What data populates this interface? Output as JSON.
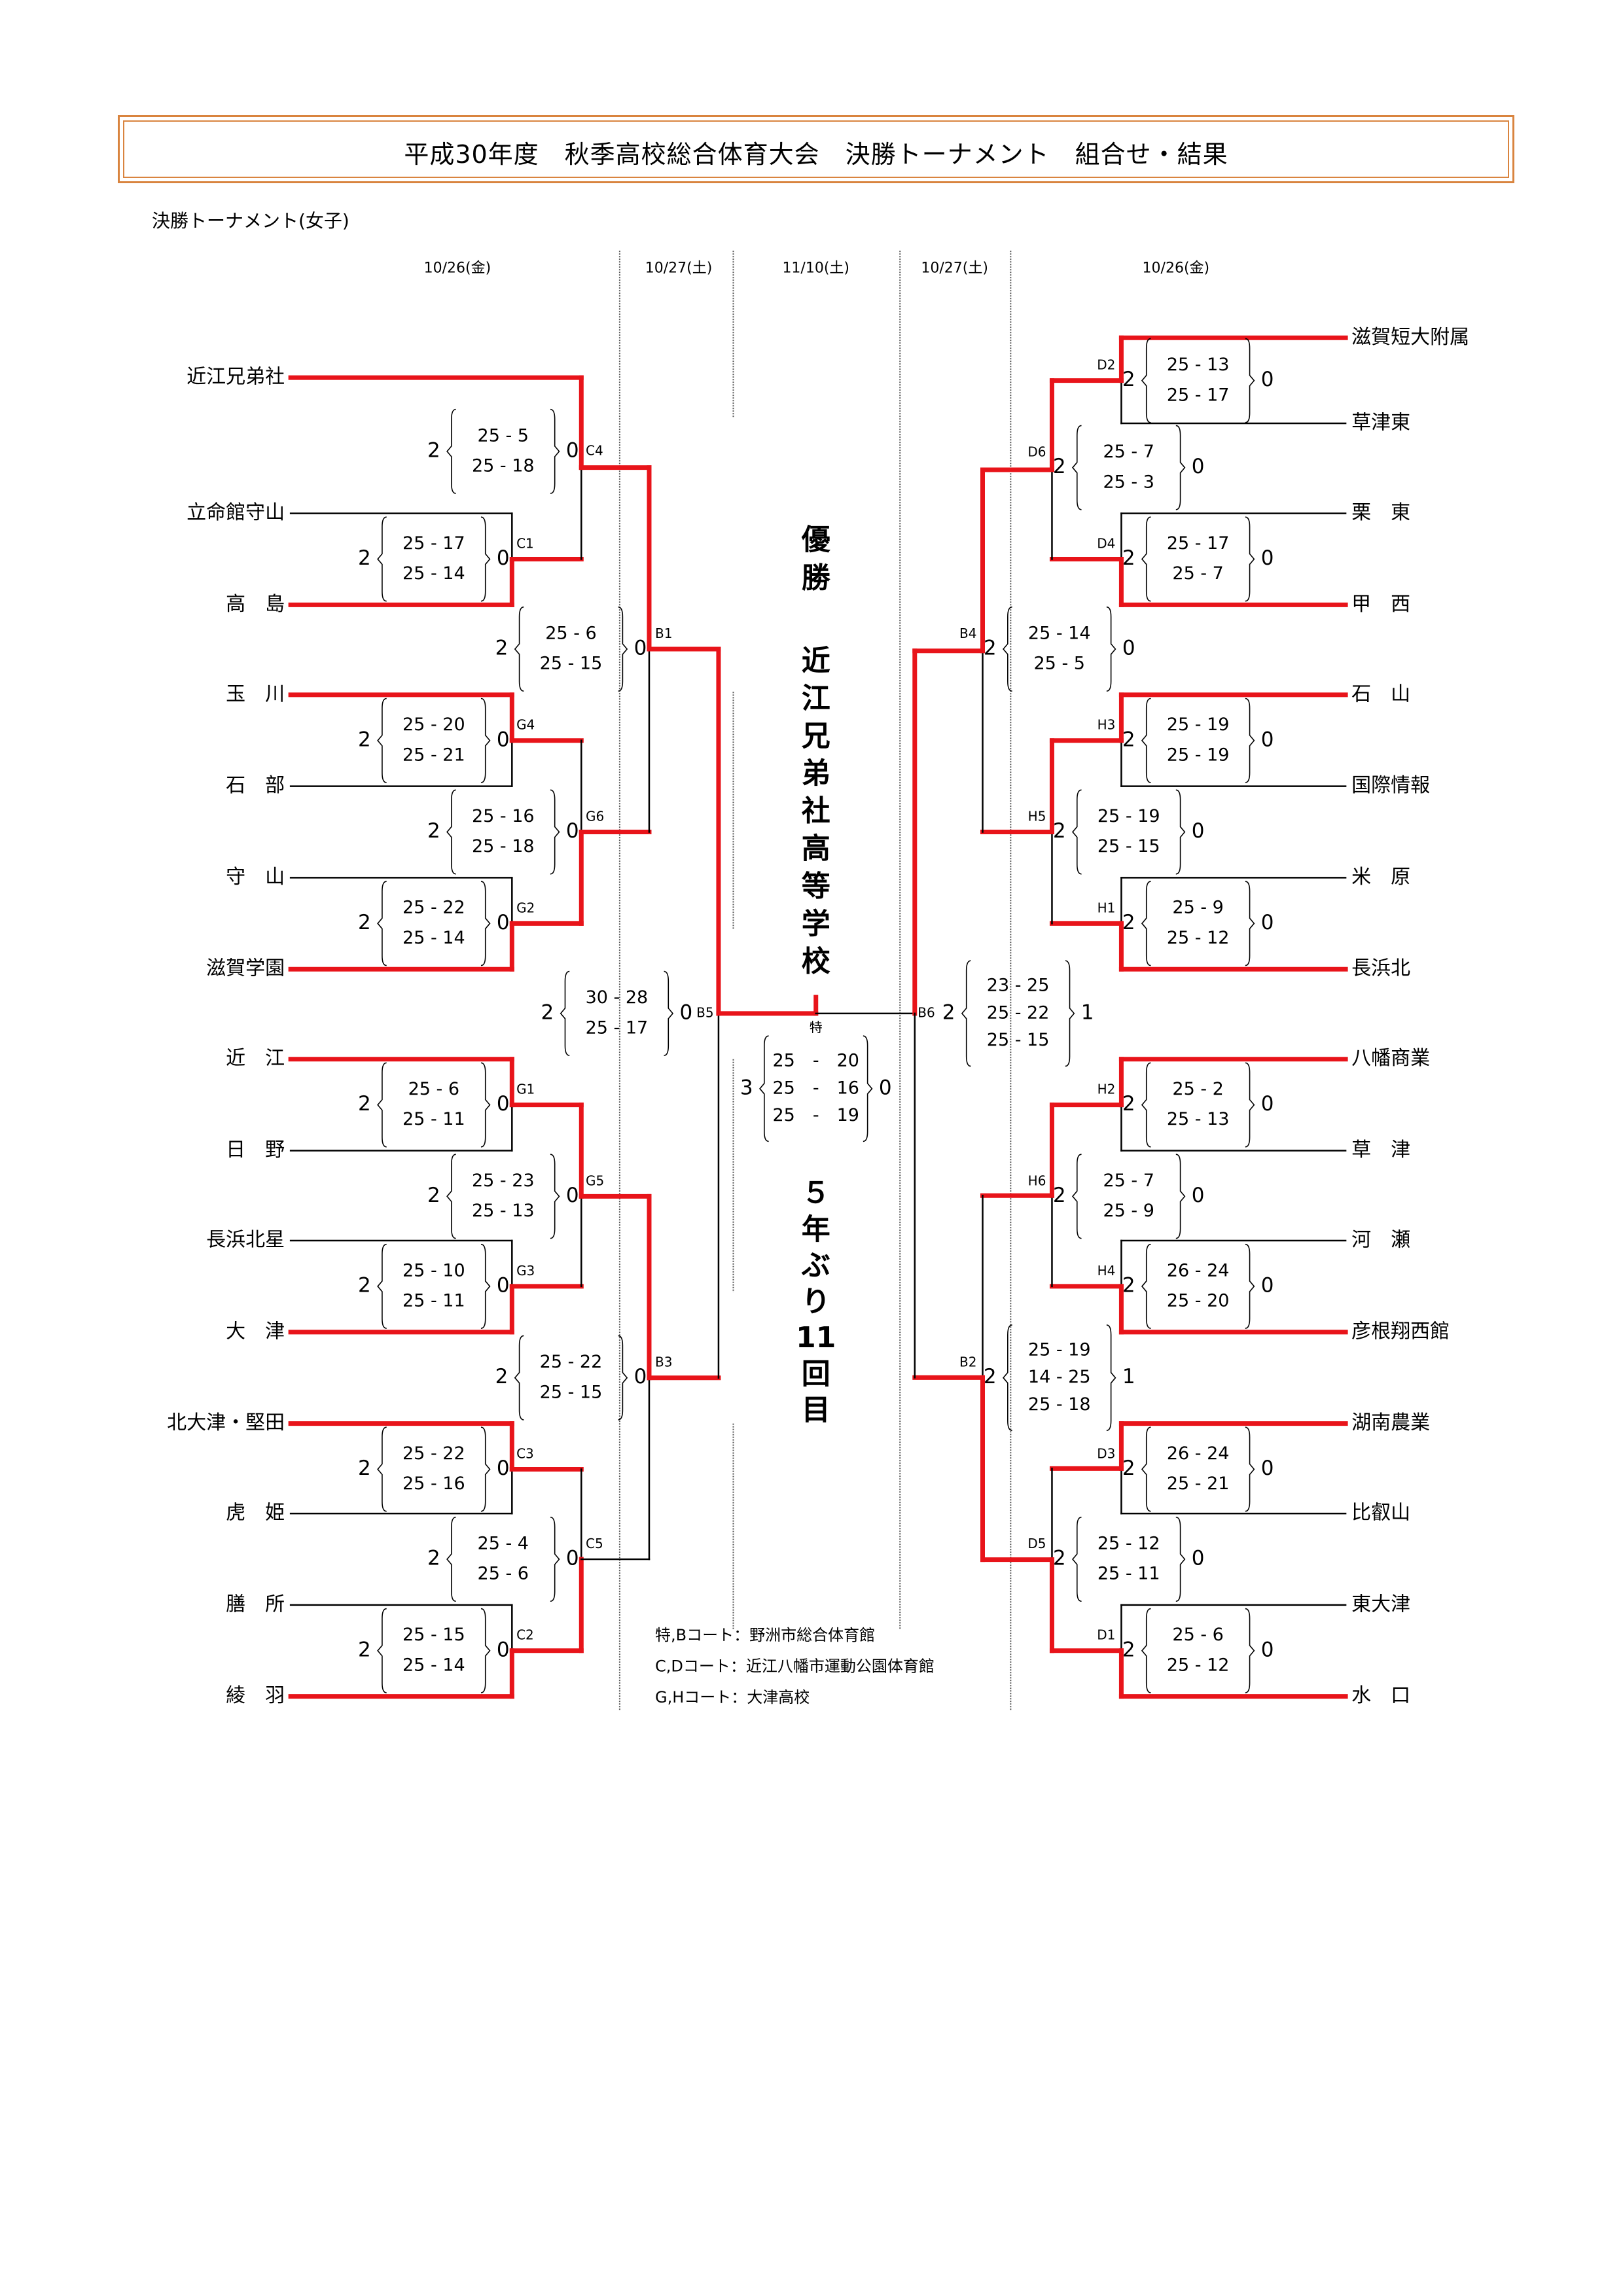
{
  "header": {
    "title": "平成30年度　秋季高校総合体育大会　決勝トーナメント　組合せ・結果",
    "subtitle": "決勝トーナメント(女子)"
  },
  "colors": {
    "winner_line": "#e8141a",
    "loser_line": "#000000",
    "title_border": "#d9843f"
  },
  "dates": {
    "left_r1": "10/26(金)",
    "left_r3": "10/27(土)",
    "final": "11/10(土)",
    "right_r3": "10/27(土)",
    "right_r1": "10/26(金)"
  },
  "left_teams": [
    "近江兄弟社",
    "立命館守山",
    "高　島",
    "玉　川",
    "石　部",
    "守　山",
    "滋賀学園",
    "近　江",
    "日　野",
    "長浜北星",
    "大　津",
    "北大津・堅田",
    "虎　姫",
    "膳　所",
    "綾　羽"
  ],
  "right_teams": [
    "滋賀短大附属",
    "草津東",
    "栗　東",
    "甲　西",
    "石　山",
    "国際情報",
    "米　原",
    "長浜北",
    "八幡商業",
    "草　津",
    "河　瀬",
    "彦根翔西館",
    "湖南農業",
    "比叡山",
    "東大津",
    "水　口"
  ],
  "matches": [
    {
      "code": "C1",
      "winner_sets": 2,
      "loser_sets": 0,
      "scores": [
        "25 - 17",
        "25 - 14"
      ]
    },
    {
      "code": "C4",
      "winner_sets": 2,
      "loser_sets": 0,
      "scores": [
        "25 -  5",
        "25 - 18"
      ]
    },
    {
      "code": "G4",
      "winner_sets": 2,
      "loser_sets": 0,
      "scores": [
        "25 - 20",
        "25 - 21"
      ]
    },
    {
      "code": "G2",
      "winner_sets": 2,
      "loser_sets": 0,
      "scores": [
        "25 - 22",
        "25 - 14"
      ]
    },
    {
      "code": "G6",
      "winner_sets": 2,
      "loser_sets": 0,
      "scores": [
        "25 - 16",
        "25 - 18"
      ]
    },
    {
      "code": "B1",
      "winner_sets": 2,
      "loser_sets": 0,
      "scores": [
        "25 -  6",
        "25 - 15"
      ]
    },
    {
      "code": "G1",
      "winner_sets": 2,
      "loser_sets": 0,
      "scores": [
        "25 -  6",
        "25 - 11"
      ]
    },
    {
      "code": "G3",
      "winner_sets": 2,
      "loser_sets": 0,
      "scores": [
        "25 - 10",
        "25 - 11"
      ]
    },
    {
      "code": "G5",
      "winner_sets": 2,
      "loser_sets": 0,
      "scores": [
        "25 - 23",
        "25 - 13"
      ]
    },
    {
      "code": "C3",
      "winner_sets": 2,
      "loser_sets": 0,
      "scores": [
        "25 - 22",
        "25 - 16"
      ]
    },
    {
      "code": "C2",
      "winner_sets": 2,
      "loser_sets": 0,
      "scores": [
        "25 - 15",
        "25 - 14"
      ]
    },
    {
      "code": "C5",
      "winner_sets": 2,
      "loser_sets": 0,
      "scores": [
        "25 -  4",
        "25 -  6"
      ]
    },
    {
      "code": "B3",
      "winner_sets": 2,
      "loser_sets": 0,
      "scores": [
        "25 - 22",
        "25 - 15"
      ]
    },
    {
      "code": "B5",
      "winner_sets": 2,
      "loser_sets": 0,
      "scores": [
        "30 - 28",
        "25 - 17"
      ]
    },
    {
      "code": "D2",
      "winner_sets": 2,
      "loser_sets": 0,
      "scores": [
        "25 - 13",
        "25 - 17"
      ]
    },
    {
      "code": "D4",
      "winner_sets": 2,
      "loser_sets": 0,
      "scores": [
        "25 - 17",
        "25 -  7"
      ]
    },
    {
      "code": "D6",
      "winner_sets": 2,
      "loser_sets": 0,
      "scores": [
        "25 -  7",
        "25 -  3"
      ]
    },
    {
      "code": "H3",
      "winner_sets": 2,
      "loser_sets": 0,
      "scores": [
        "25 - 19",
        "25 - 19"
      ]
    },
    {
      "code": "H1",
      "winner_sets": 2,
      "loser_sets": 0,
      "scores": [
        "25 -  9",
        "25 - 12"
      ]
    },
    {
      "code": "H5",
      "winner_sets": 2,
      "loser_sets": 0,
      "scores": [
        "25 - 19",
        "25 - 15"
      ]
    },
    {
      "code": "B4",
      "winner_sets": 2,
      "loser_sets": 0,
      "scores": [
        "25 - 14",
        "25 -  5"
      ]
    },
    {
      "code": "H2",
      "winner_sets": 2,
      "loser_sets": 0,
      "scores": [
        "25 -  2",
        "25 - 13"
      ]
    },
    {
      "code": "H4",
      "winner_sets": 2,
      "loser_sets": 0,
      "scores": [
        "26 - 24",
        "25 - 20"
      ]
    },
    {
      "code": "H6",
      "winner_sets": 2,
      "loser_sets": 0,
      "scores": [
        "25 -  7",
        "25 -  9"
      ]
    },
    {
      "code": "D3",
      "winner_sets": 2,
      "loser_sets": 0,
      "scores": [
        "26 - 24",
        "25 - 21"
      ]
    },
    {
      "code": "D1",
      "winner_sets": 2,
      "loser_sets": 0,
      "scores": [
        "25 -  6",
        "25 - 12"
      ]
    },
    {
      "code": "D5",
      "winner_sets": 2,
      "loser_sets": 0,
      "scores": [
        "25 - 12",
        "25 - 11"
      ]
    },
    {
      "code": "B2",
      "winner_sets": 2,
      "loser_sets": 1,
      "scores": [
        "25 - 19",
        "14 - 25",
        "25 - 18"
      ]
    },
    {
      "code": "B6",
      "winner_sets": 2,
      "loser_sets": 1,
      "scores": [
        "23 - 25",
        "25 - 22",
        "25 - 15"
      ]
    },
    {
      "code": "特",
      "winner_sets": 3,
      "loser_sets": 0,
      "scores": [
        "25　-　20",
        "25　-　16",
        "25　-　19"
      ]
    }
  ],
  "champion": {
    "label": "優勝",
    "team": "近江兄弟社高等学校",
    "note": "５年ぶり11回目"
  },
  "legend": [
    "特,Bコート：野洲市総合体育館",
    "C,Dコート：近江八幡市運動公園体育館",
    "G,Hコート：大津高校"
  ]
}
